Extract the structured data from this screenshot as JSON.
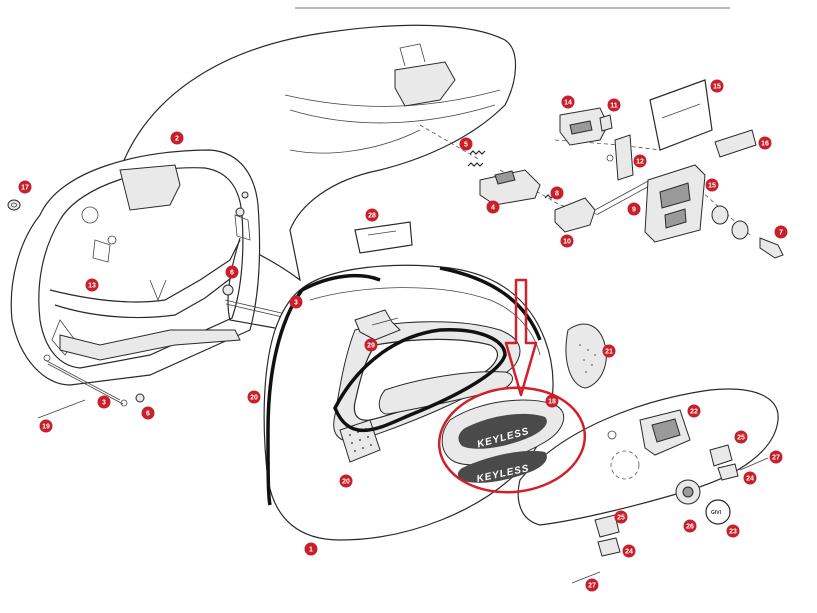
{
  "diagram": {
    "logo_text": "KEYLESS",
    "badge_text": "GIVI",
    "highlight_color": "#d0202a",
    "callout_color": "#c8202a",
    "callouts": [
      {
        "id": "c1",
        "label": "1"
      },
      {
        "id": "c2",
        "label": "2"
      },
      {
        "id": "c3a",
        "label": "3"
      },
      {
        "id": "c3b",
        "label": "3"
      },
      {
        "id": "c4",
        "label": "4"
      },
      {
        "id": "c5",
        "label": "5"
      },
      {
        "id": "c6a",
        "label": "6"
      },
      {
        "id": "c6b",
        "label": "6"
      },
      {
        "id": "c7",
        "label": "7"
      },
      {
        "id": "c8",
        "label": "8"
      },
      {
        "id": "c9",
        "label": "9"
      },
      {
        "id": "c10",
        "label": "10"
      },
      {
        "id": "c11",
        "label": "11"
      },
      {
        "id": "c12",
        "label": "12"
      },
      {
        "id": "c13",
        "label": "13"
      },
      {
        "id": "c14",
        "label": "14"
      },
      {
        "id": "c15a",
        "label": "15"
      },
      {
        "id": "c15b",
        "label": "15"
      },
      {
        "id": "c16",
        "label": "16"
      },
      {
        "id": "c17",
        "label": "17"
      },
      {
        "id": "c18",
        "label": "18"
      },
      {
        "id": "c19",
        "label": "19"
      },
      {
        "id": "c20a",
        "label": "20"
      },
      {
        "id": "c20b",
        "label": "20"
      },
      {
        "id": "c21",
        "label": "21"
      },
      {
        "id": "c22",
        "label": "22"
      },
      {
        "id": "c23",
        "label": "23"
      },
      {
        "id": "c24a",
        "label": "24"
      },
      {
        "id": "c24b",
        "label": "24"
      },
      {
        "id": "c25a",
        "label": "25"
      },
      {
        "id": "c25b",
        "label": "25"
      },
      {
        "id": "c26",
        "label": "26"
      },
      {
        "id": "c27a",
        "label": "27"
      },
      {
        "id": "c27b",
        "label": "27"
      },
      {
        "id": "c28",
        "label": "28"
      },
      {
        "id": "c29",
        "label": "29"
      }
    ]
  }
}
